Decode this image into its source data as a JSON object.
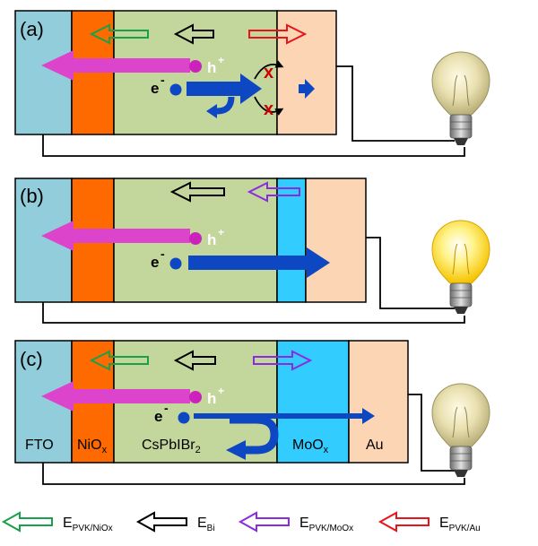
{
  "panels": [
    {
      "label": "(a)"
    },
    {
      "label": "(b)"
    },
    {
      "label": "(c)"
    }
  ],
  "carriers": {
    "hole": {
      "symbol": "h",
      "charge": "+"
    },
    "electron": {
      "symbol": "e",
      "charge": "-"
    }
  },
  "blocked_mark": "x",
  "layer_labels": {
    "fto": "FTO",
    "niox": {
      "base": "NiO",
      "sub": "x"
    },
    "perovskite": {
      "base": "CsPbIBr",
      "sub": "2"
    },
    "moox": {
      "base": "MoO",
      "sub": "x"
    },
    "au": "Au"
  },
  "legend": [
    {
      "base": "E",
      "sub": "PVK/NiOx",
      "color": "#18a04a"
    },
    {
      "base": "E",
      "sub": "Bi",
      "color": "#000000"
    },
    {
      "base": "E",
      "sub": "PVK/MoOx",
      "color": "#8a2be2"
    },
    {
      "base": "E",
      "sub": "PVK/Au",
      "color": "#e8141c"
    }
  ],
  "colors": {
    "fto": "#92cddc",
    "niox": "#ff6a00",
    "perovskite": "#c3d69b",
    "moox": "#33ccff",
    "au": "#fcd5b5",
    "hole": "#dd44cc",
    "electron": "#0d47c2"
  },
  "icons": [
    "light-bulb-icon-dim",
    "light-bulb-icon-bright",
    "light-bulb-icon-dim"
  ]
}
